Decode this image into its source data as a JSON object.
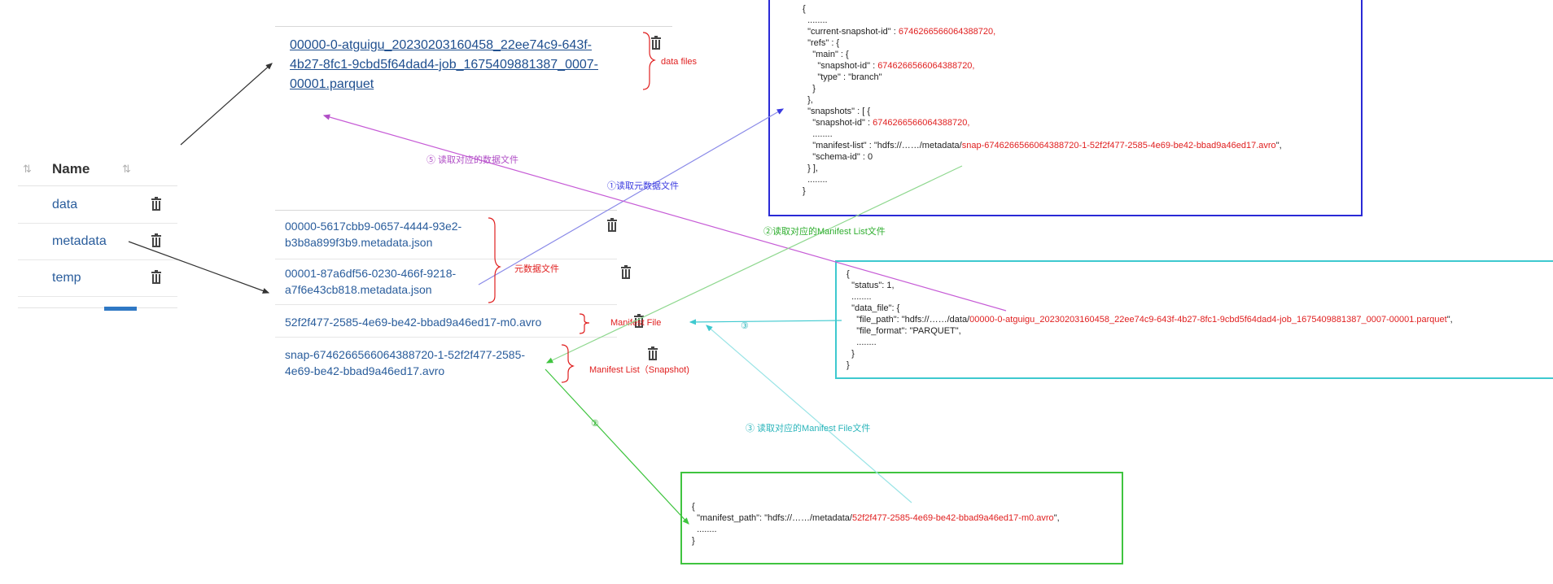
{
  "file_browser": {
    "header": {
      "sort_icon": "⇅",
      "name_label": "Name",
      "sort_icon2": "⇅"
    },
    "rows": [
      {
        "label": "data"
      },
      {
        "label": "metadata"
      },
      {
        "label": "temp"
      }
    ]
  },
  "data_files": {
    "name_line1": "00000-0-atguigu_20230203160458_22ee74c9-643f-",
    "name_line2": "4b27-8fc1-9cbd5f64dad4-job_1675409881387_0007-",
    "name_line3": "00001.parquet",
    "label": "data files"
  },
  "metadata_files": {
    "items": [
      {
        "line1": "00000-5617cbb9-0657-4444-93e2-",
        "line2": "b3b8a899f3b9.metadata.json"
      },
      {
        "line1": "00001-87a6df56-0230-466f-9218-",
        "line2": "a7f6e43cb818.metadata.json"
      },
      {
        "line1": "52f2f477-2585-4e69-be42-bbad9a46ed17-m0.avro",
        "line2": ""
      },
      {
        "line1": "snap-6746266566064388720-1-52f2f477-2585-",
        "line2": "4e69-be42-bbad9a46ed17.avro"
      }
    ],
    "label_metadata": "元数据文件",
    "label_manifest_file": "Manifest File",
    "label_manifest_list": "Manifest List（Snapshot)"
  },
  "metadata_json_box": {
    "l01": "{",
    "l02": "  ........",
    "l03_key": "  \"current-snapshot-id\" : ",
    "l03_val": "6746266566064388720,",
    "l04": "  \"refs\" : {",
    "l05": "    \"main\" : {",
    "l06_key": "      \"snapshot-id\" : ",
    "l06_val": "6746266566064388720,",
    "l07": "      \"type\" : \"branch\"",
    "l08": "    }",
    "l09": "  },",
    "l10": "  \"snapshots\" : [ {",
    "l11_key": "    \"snapshot-id\" : ",
    "l11_val": "6746266566064388720,",
    "l12": "    ........",
    "l13_key": "    \"manifest-list\" : \"hdfs://……/metadata/",
    "l13_val": "snap-6746266566064388720-1-52f2f477-2585-4e69-be42-bbad9a46ed17.avro",
    "l13_end": "\",",
    "l14": "    \"schema-id\" : 0",
    "l15": "  } ],",
    "l16": "  ........",
    "l17": "}"
  },
  "manifest_file_box": {
    "l01": "{",
    "l02": "  \"status\": 1,",
    "l03": "  ........",
    "l04": "  \"data_file\": {",
    "l05_key": "    \"file_path\": \"hdfs://……/data/",
    "l05_val": "00000-0-atguigu_20230203160458_22ee74c9-643f-4b27-8fc1-9cbd5f64dad4-job_1675409881387_0007-00001.parquet",
    "l05_end": "\",",
    "l06": "    \"file_format\": \"PARQUET\",",
    "l07": "    ........",
    "l08": "  }",
    "l09": "}"
  },
  "manifest_list_box": {
    "l01": "{",
    "l02_key": "  \"manifest_path\": \"hdfs://……/metadata/",
    "l02_val": "52f2f477-2585-4e69-be42-bbad9a46ed17-m0.avro",
    "l02_end": "\",",
    "l03": "  ........",
    "l04": "}"
  },
  "steps": {
    "s1": "①读取元数据文件",
    "s2": "②读取对应的Manifest List文件",
    "s2b": "②",
    "s3": "③",
    "s3b": "③ 读取对应的Manifest File文件",
    "s5": "⑤ 读取对应的数据文件"
  },
  "colors": {
    "link": "#2a5d9c",
    "red": "#e02020",
    "blue_box": "#2a2ad6",
    "cyan_box": "#3ec9cf",
    "green_box": "#3fc43f",
    "purple_arrow": "#c65bd6"
  }
}
